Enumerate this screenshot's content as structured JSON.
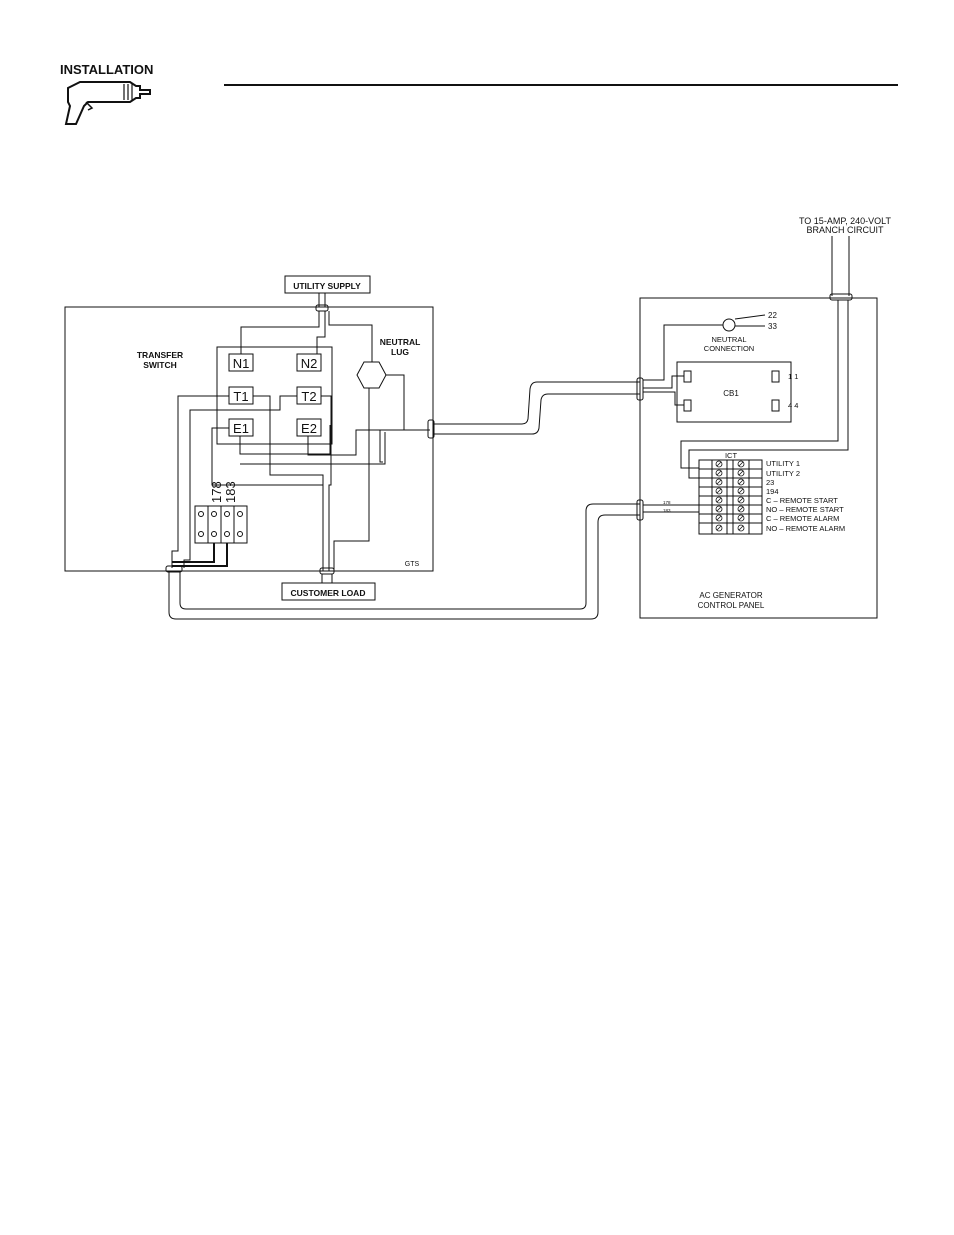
{
  "header": {
    "title": "INSTALLATION",
    "icon": "drill-icon"
  },
  "diagram": {
    "branch_circuit_label_line1": "TO 15-AMP, 240-VOLT",
    "branch_circuit_label_line2": "BRANCH CIRCUIT",
    "utility_supply_label": "UTILITY SUPPLY",
    "customer_load_label": "CUSTOMER LOAD",
    "transfer_switch_label_line1": "TRANSFER",
    "transfer_switch_label_line2": "SWITCH",
    "neutral_lug_label_line1": "NEUTRAL",
    "neutral_lug_label_line2": "LUG",
    "gts_label": "GTS",
    "terminals": {
      "n1": "N1",
      "n2": "N2",
      "t1": "T1",
      "t2": "T2",
      "e1": "E1",
      "e2": "E2"
    },
    "terminal_block_178": "178",
    "terminal_block_183": "183",
    "neutral_connection": {
      "wire_22": "22",
      "wire_33": "33",
      "label_line1": "NEUTRAL",
      "label_line2": "CONNECTION"
    },
    "cb1": {
      "label": "CB1",
      "wire_11": "1 1",
      "wire_44": "4 4"
    },
    "ict": {
      "label": "ICT",
      "rows": [
        "UTILITY 1",
        "UTILITY 2",
        "23",
        "194",
        "C – REMOTE START",
        "NO – REMOTE START",
        "C – REMOTE ALARM",
        "NO – REMOTE ALARM"
      ]
    },
    "wire_178_small": "178",
    "wire_183_small": "183",
    "control_panel_label_line1": "AC  GENERATOR",
    "control_panel_label_line2": "CONTROL  PANEL"
  }
}
